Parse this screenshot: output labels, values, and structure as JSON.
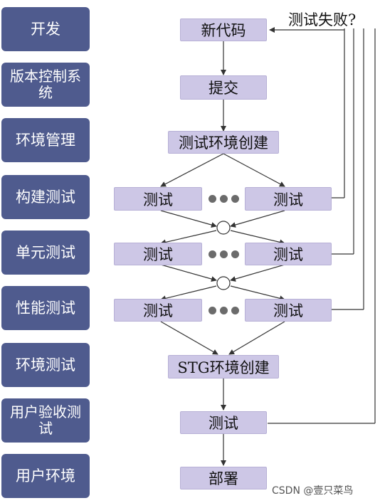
{
  "stages": [
    {
      "label": "开发"
    },
    {
      "label": "版本控制系统"
    },
    {
      "label": "环境管理"
    },
    {
      "label": "构建测试"
    },
    {
      "label": "单元测试"
    },
    {
      "label": "性能测试"
    },
    {
      "label": "环境测试"
    },
    {
      "label": "用户验收测试"
    },
    {
      "label": "用户环境"
    }
  ],
  "flow": {
    "new_code": "新代码",
    "commit": "提交",
    "test_env_create": "测试环境创建",
    "build_test_left": "测试",
    "build_test_right": "测试",
    "unit_test_left": "测试",
    "unit_test_right": "测试",
    "perf_test_left": "测试",
    "perf_test_right": "测试",
    "stg_env_create": "STG环境创建",
    "uat_test": "测试",
    "deploy": "部署"
  },
  "fail_label": "测试失败?",
  "watermark": "CSDN @壹只菜鸟"
}
